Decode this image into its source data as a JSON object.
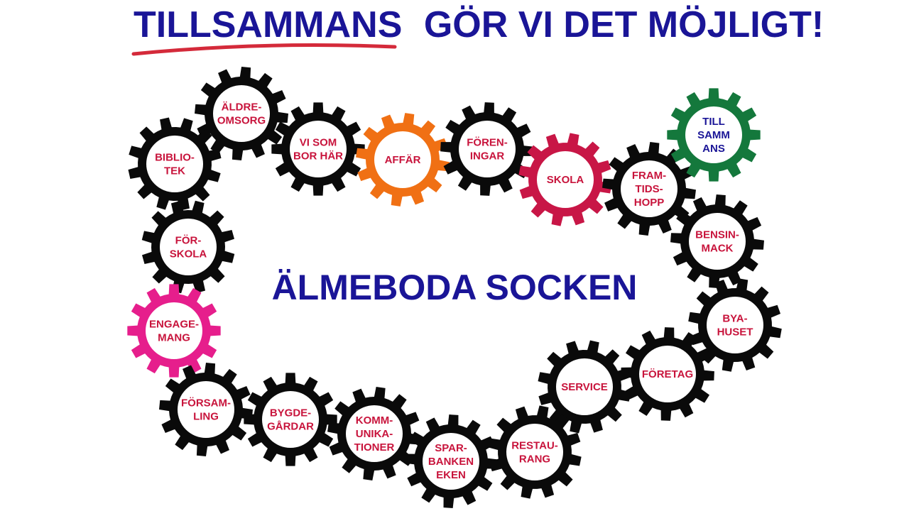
{
  "header": {
    "highlight_word": "TILLSAMMANS",
    "rest": "GÖR VI DET MÖJLIGT!"
  },
  "center_title": "ÄLMEBODA SOCKEN",
  "colors": {
    "title_blue": "#1a1597",
    "gear_text_red": "#c8143c",
    "underline_red": "#d42a3a",
    "gear_black": "#0a0a0a",
    "gear_orange": "#f07014",
    "gear_crimson": "#c81646",
    "gear_magenta": "#e61e8c",
    "gear_green": "#14783c"
  },
  "gears": [
    {
      "id": "aldreomsorg",
      "lines": [
        "ÄLDRE-",
        "OMSORG"
      ],
      "color": "black"
    },
    {
      "id": "bibliotek",
      "lines": [
        "BIBLIO-",
        "TEK"
      ],
      "color": "black"
    },
    {
      "id": "vi-som-bor-har",
      "lines": [
        "VI SOM",
        "BOR HÄR"
      ],
      "color": "black"
    },
    {
      "id": "affar",
      "lines": [
        "AFFÄR"
      ],
      "color": "orange"
    },
    {
      "id": "foreningar",
      "lines": [
        "FÖREN-",
        "INGAR"
      ],
      "color": "black"
    },
    {
      "id": "skola",
      "lines": [
        "SKOLA"
      ],
      "color": "crimson"
    },
    {
      "id": "framtidshopp",
      "lines": [
        "FRAM-",
        "TIDS-",
        "HOPP"
      ],
      "color": "black"
    },
    {
      "id": "tillsammans",
      "lines": [
        "TILL",
        "SAMM",
        "ANS"
      ],
      "color": "green",
      "text": "blue"
    },
    {
      "id": "forskola",
      "lines": [
        "FÖR-",
        "SKOLA"
      ],
      "color": "black"
    },
    {
      "id": "bensinmack",
      "lines": [
        "BENSIN-",
        "MACK"
      ],
      "color": "black"
    },
    {
      "id": "engagemang",
      "lines": [
        "ENGAGE-",
        "MANG"
      ],
      "color": "magenta"
    },
    {
      "id": "byahuset",
      "lines": [
        "BYA-",
        "HUSET"
      ],
      "color": "black"
    },
    {
      "id": "foretag",
      "lines": [
        "FÖRETAG"
      ],
      "color": "black"
    },
    {
      "id": "service",
      "lines": [
        "SERVICE"
      ],
      "color": "black"
    },
    {
      "id": "forsamling",
      "lines": [
        "FÖRSAM-",
        "LING"
      ],
      "color": "black"
    },
    {
      "id": "bygdegardar",
      "lines": [
        "BYGDE-",
        "GÅRDAR"
      ],
      "color": "black"
    },
    {
      "id": "kommunikationer",
      "lines": [
        "KOMM-",
        "UNIKA-",
        "TIONER"
      ],
      "color": "black"
    },
    {
      "id": "sparbanken",
      "lines": [
        "SPAR-",
        "BANKEN",
        "EKEN"
      ],
      "color": "black"
    },
    {
      "id": "restaurang",
      "lines": [
        "RESTAU-",
        "RANG"
      ],
      "color": "black"
    }
  ]
}
